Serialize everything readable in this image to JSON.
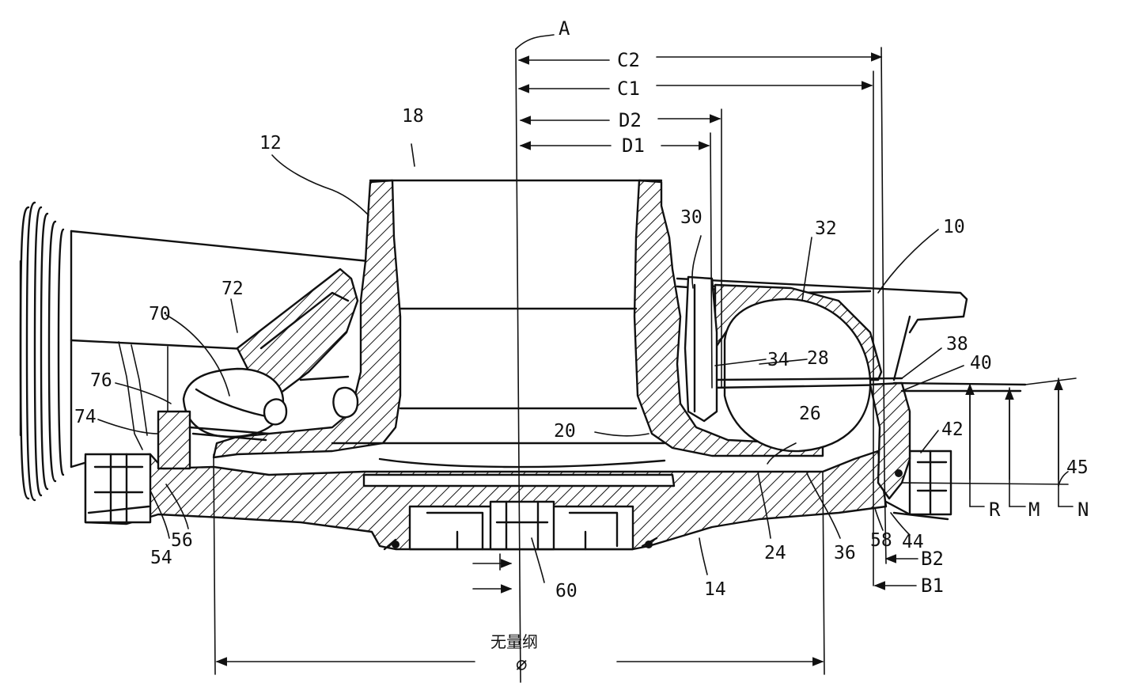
{
  "figure": {
    "axis_label": "A",
    "refs": {
      "r10": "10",
      "r12": "12",
      "r14": "14",
      "r18": "18",
      "r20": "20",
      "r24": "24",
      "r26": "26",
      "r28": "28",
      "r30": "30",
      "r32": "32",
      "r34": "34",
      "r36": "36",
      "r38": "38",
      "r40": "40",
      "r42": "42",
      "r44": "44",
      "r45": "45",
      "r54": "54",
      "r56": "56",
      "r58": "58",
      "r60": "60",
      "r70": "70",
      "r72": "72",
      "r74": "74",
      "r76": "76"
    },
    "dims": {
      "c2": "C2",
      "c1": "C1",
      "d2": "D2",
      "d1": "D1",
      "b1": "B1",
      "b2": "B2",
      "r": "R",
      "m": "M",
      "n": "N"
    },
    "diameter_caption": "无量纲",
    "diameter_symbol": "⌀"
  }
}
